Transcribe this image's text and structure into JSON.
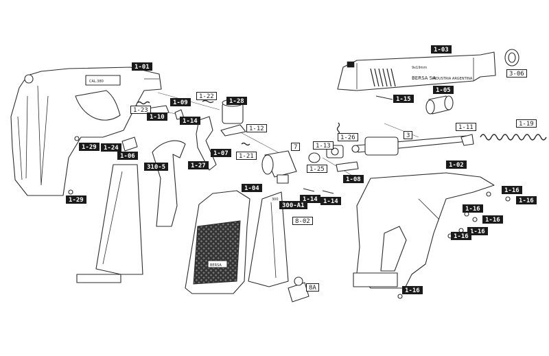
{
  "engravings": {
    "frame_mark": "CAL.380",
    "slide_mark": "BERSA SA",
    "slide_small": "INDUSTRIA ARGENTINA",
    "slide_caliber": "9x19mm",
    "ejector_mark": "300",
    "grip_logo": "BERSA"
  },
  "labels": [
    {
      "id": "1-01",
      "text": "1-01",
      "style": "dark"
    },
    {
      "id": "1-03",
      "text": "1-03",
      "style": "dark"
    },
    {
      "id": "3-06",
      "text": "3-06",
      "style": "light"
    },
    {
      "id": "1-15",
      "text": "1-15",
      "style": "dark"
    },
    {
      "id": "1-05",
      "text": "1-05",
      "style": "dark"
    },
    {
      "id": "1-22",
      "text": "1-22",
      "style": "light"
    },
    {
      "id": "1-28",
      "text": "1-28",
      "style": "dark"
    },
    {
      "id": "1-09",
      "text": "1-09",
      "style": "dark"
    },
    {
      "id": "1-23",
      "text": "1-23",
      "style": "light"
    },
    {
      "id": "1-10",
      "text": "1-10",
      "style": "dark"
    },
    {
      "id": "1-14a",
      "text": "1-14",
      "style": "dark"
    },
    {
      "id": "1-12",
      "text": "1-12",
      "style": "light"
    },
    {
      "id": "1-26",
      "text": "1-26",
      "style": "light"
    },
    {
      "id": "3",
      "text": "3",
      "style": "light"
    },
    {
      "id": "1-11",
      "text": "1-11",
      "style": "light"
    },
    {
      "id": "1-19",
      "text": "1-19",
      "style": "light"
    },
    {
      "id": "1-29a",
      "text": "1-29",
      "style": "dark"
    },
    {
      "id": "1-24",
      "text": "1-24",
      "style": "dark"
    },
    {
      "id": "1-06",
      "text": "1-06",
      "style": "dark"
    },
    {
      "id": "7",
      "text": "7",
      "style": "light"
    },
    {
      "id": "1-13",
      "text": "1-13",
      "style": "light"
    },
    {
      "id": "1-07",
      "text": "1-07",
      "style": "dark"
    },
    {
      "id": "1-21",
      "text": "1-21",
      "style": "light"
    },
    {
      "id": "310-5",
      "text": "310-5",
      "style": "dark"
    },
    {
      "id": "1-27",
      "text": "1-27",
      "style": "dark"
    },
    {
      "id": "1-25",
      "text": "1-25",
      "style": "light"
    },
    {
      "id": "1-02",
      "text": "1-02",
      "style": "dark"
    },
    {
      "id": "1-08",
      "text": "1-08",
      "style": "dark"
    },
    {
      "id": "1-04",
      "text": "1-04",
      "style": "dark"
    },
    {
      "id": "1-14b",
      "text": "1-14",
      "style": "dark"
    },
    {
      "id": "1-14c",
      "text": "1-14",
      "style": "dark"
    },
    {
      "id": "1-16a",
      "text": "1-16",
      "style": "dark"
    },
    {
      "id": "1-16b",
      "text": "1-16",
      "style": "dark"
    },
    {
      "id": "1-29b",
      "text": "1-29",
      "style": "dark"
    },
    {
      "id": "300-A1",
      "text": "300-A1",
      "style": "dark"
    },
    {
      "id": "8-02",
      "text": "8-02",
      "style": "light"
    },
    {
      "id": "1-16c",
      "text": "1-16",
      "style": "dark"
    },
    {
      "id": "1-16d",
      "text": "1-16",
      "style": "dark"
    },
    {
      "id": "1-16e",
      "text": "1-16",
      "style": "dark"
    },
    {
      "id": "1-16f",
      "text": "1-16",
      "style": "dark"
    },
    {
      "id": "8A",
      "text": "8A",
      "style": "light"
    },
    {
      "id": "1-16g",
      "text": "1-16",
      "style": "dark"
    }
  ]
}
